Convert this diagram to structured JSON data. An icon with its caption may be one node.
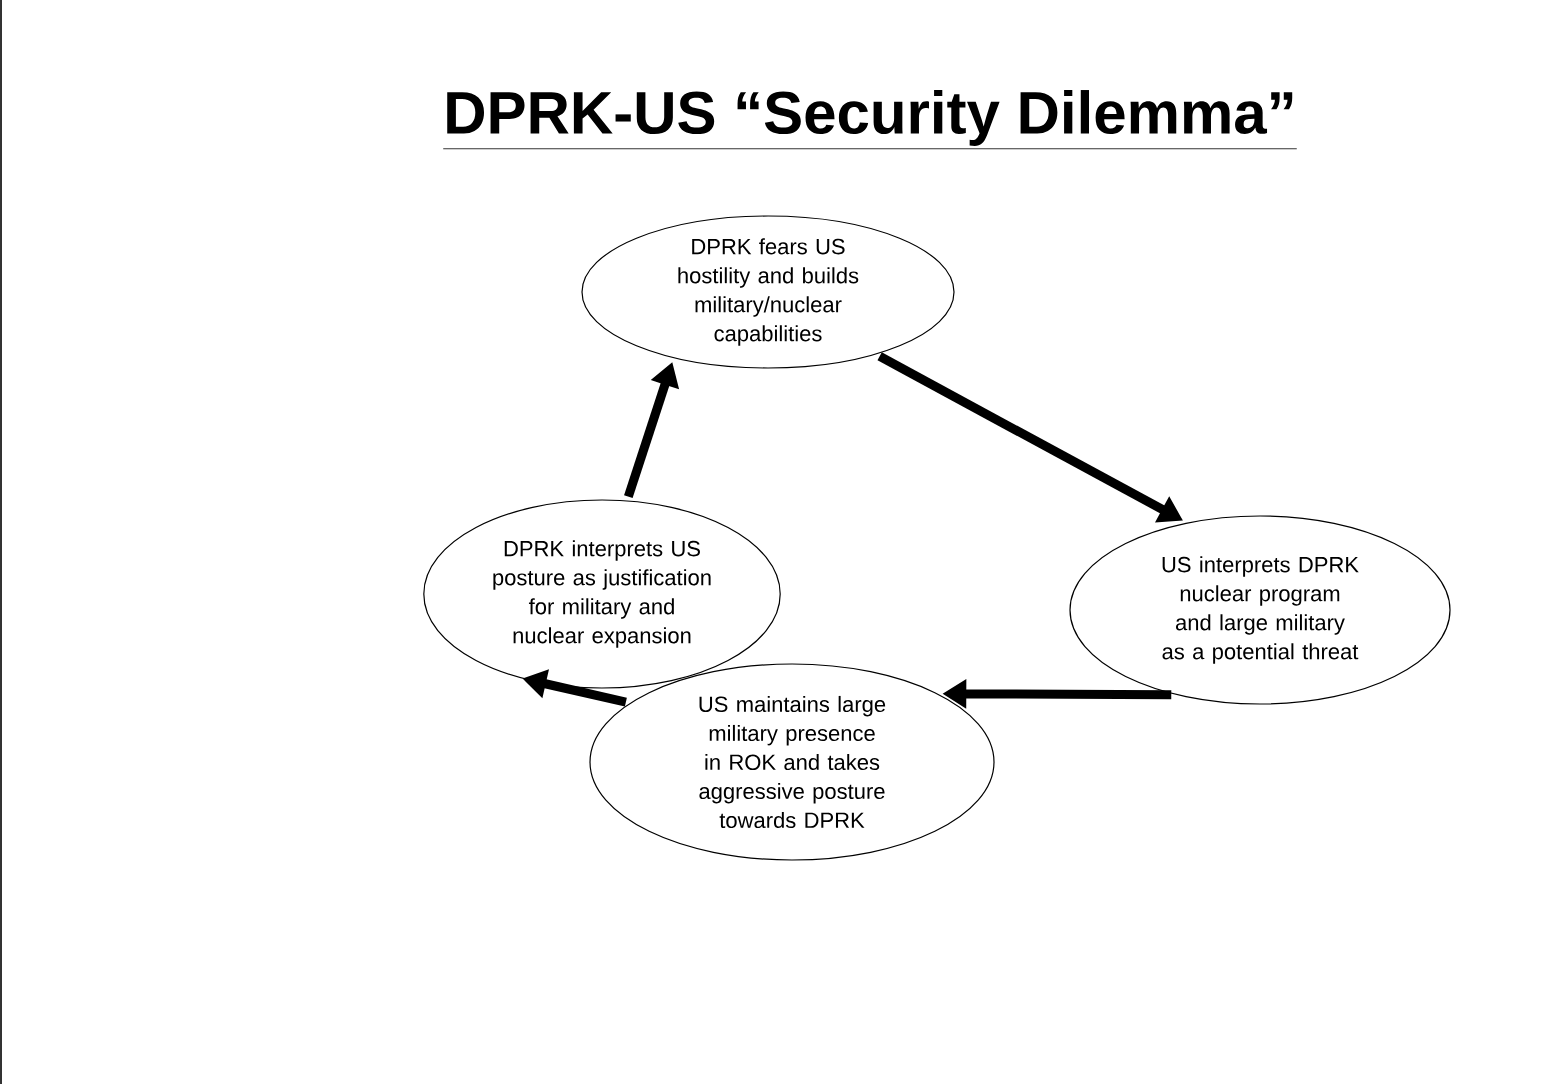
{
  "diagram": {
    "title": "DPRK-US “Security Dilemma”",
    "nodes": [
      {
        "text": [
          "DPRK fears US hostility and builds military/nuclear capabilities"
        ]
      },
      {
        "text": [
          "DPRK interprets US posture as justification for military and nuclear expansion"
        ]
      },
      {
        "text": [
          "US interprets DPRK nuclear program and large military as a potential threat"
        ]
      },
      {
        "text": [
          "US maintains large military presence in ROK and takes aggressive posture towards DPRK"
        ]
      }
    ],
    "edges": [
      {
        "from": 1,
        "to": 0,
        "arrow": "to"
      },
      {
        "from": 0,
        "to": 2,
        "arrow": "to"
      },
      {
        "from": 2,
        "to": 3,
        "arrow": "to"
      },
      {
        "from": 3,
        "to": 1,
        "arrow": "to"
      }
    ]
  }
}
